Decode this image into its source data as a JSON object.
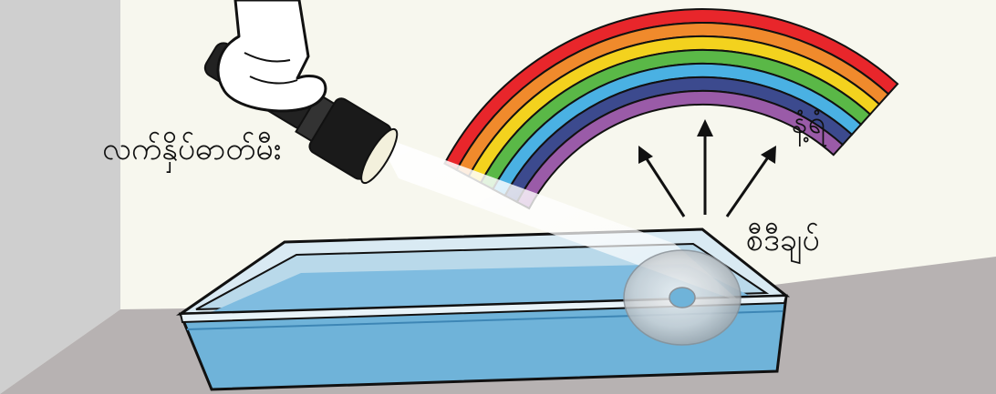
{
  "labels": {
    "flashlight": "လက်နှိပ်ဓာတ်မီး",
    "rainbow": "နံ့ရံ",
    "cd": "စီဒီချပ်"
  },
  "colors": {
    "wall": "#f7f7ee",
    "wall_shadow": "#cfcfcf",
    "floor": "#b7b2b2",
    "water": "#6fb3d9",
    "water_light": "#a9d6ee",
    "flashlight_body": "#222222",
    "hand": "#ffffff",
    "outline": "#111111"
  },
  "rainbow_bands": [
    "#e8262b",
    "#f08a2c",
    "#f3d21e",
    "#5ab847",
    "#4ab1e3",
    "#3c4a8e",
    "#9a5ba8"
  ],
  "icons": {
    "light_source": "flashlight-icon",
    "reflector": "cd-disc-icon",
    "container": "water-tray-icon",
    "reflection": "reflection-arrow-icon",
    "spectrum": "rainbow-icon"
  }
}
